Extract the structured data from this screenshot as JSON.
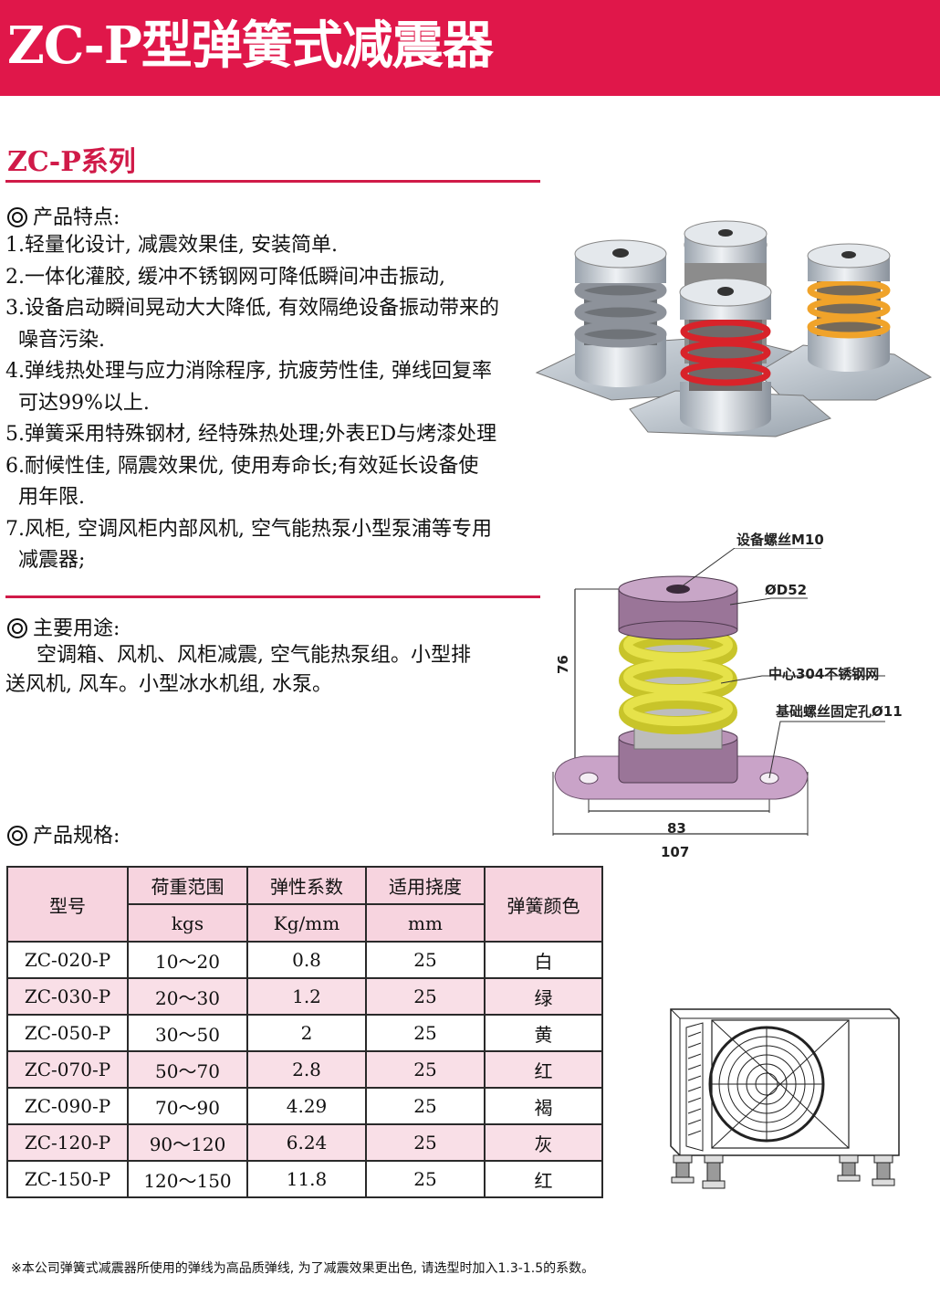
{
  "header": {
    "title": "ZC-P型弹簧式减震器"
  },
  "series_title": "ZC-P系列",
  "features": {
    "heading": "产品特点:",
    "lines": [
      {
        "text": "1.轻量化设计, 减震效果佳, 安装简单.",
        "cont": false
      },
      {
        "text": "2.一体化灌胶, 缓冲不锈钢网可降低瞬间冲击振动,",
        "cont": false
      },
      {
        "text": "3.设备启动瞬间晃动大大降低, 有效隔绝设备振动带来的",
        "cont": false
      },
      {
        "text": "噪音污染.",
        "cont": true
      },
      {
        "text": "4.弹线热处理与应力消除程序, 抗疲劳性佳, 弹线回复率",
        "cont": false
      },
      {
        "text": "可达99%以上.",
        "cont": true
      },
      {
        "text": "5.弹簧采用特殊钢材, 经特殊热处理;外表ED与烤漆处理",
        "cont": false
      },
      {
        "text": "6.耐候性佳, 隔震效果优, 使用寿命长;有效延长设备使",
        "cont": false
      },
      {
        "text": "用年限.",
        "cont": true
      },
      {
        "text": "7.风柜, 空调风柜内部风机, 空气能热泵小型泵浦等专用",
        "cont": false
      },
      {
        "text": "减震器;",
        "cont": true
      }
    ]
  },
  "usage": {
    "heading": "主要用途:",
    "line1": "空调箱、风机、风柜减震, 空气能热泵组。小型排",
    "line2": "送风机, 风车。小型冰水机组, 水泵。"
  },
  "spec": {
    "heading": "产品规格:",
    "headers": {
      "model": "型号",
      "load": "荷重范围",
      "load_unit": "kgs",
      "rate": "弹性系数",
      "rate_unit": "Kg/mm",
      "deflection": "适用挠度",
      "deflection_unit": "mm",
      "color": "弹簧颜色"
    },
    "rows": [
      {
        "model": "ZC-020-P",
        "load": "10～20",
        "rate": "0.8",
        "deflection": "25",
        "color": "白"
      },
      {
        "model": "ZC-030-P",
        "load": "20～30",
        "rate": "1.2",
        "deflection": "25",
        "color": "绿"
      },
      {
        "model": "ZC-050-P",
        "load": "30～50",
        "rate": "2",
        "deflection": "25",
        "color": "黄"
      },
      {
        "model": "ZC-070-P",
        "load": "50～70",
        "rate": "2.8",
        "deflection": "25",
        "color": "红"
      },
      {
        "model": "ZC-090-P",
        "load": "70～90",
        "rate": "4.29",
        "deflection": "25",
        "color": "褐"
      },
      {
        "model": "ZC-120-P",
        "load": "90～120",
        "rate": "6.24",
        "deflection": "25",
        "color": "灰"
      },
      {
        "model": "ZC-150-P",
        "load": "120～150",
        "rate": "11.8",
        "deflection": "25",
        "color": "红"
      }
    ]
  },
  "diagram": {
    "bolt": "设备螺丝M10",
    "diameter": "ØD52",
    "mesh": "中心304不锈钢网",
    "base_hole": "基础螺丝固定孔Ø11",
    "height": "76",
    "hole_spacing": "83",
    "base_length": "107"
  },
  "footnote": "※本公司弹簧式减震器所使用的弹线为高品质弹线, 为了减震效果更出色, 请选型时加入1.3-1.5的系数。",
  "colors": {
    "brand": "#e0174a",
    "header_fill": "#f7d4df",
    "stripe": "#f9dfe7"
  }
}
